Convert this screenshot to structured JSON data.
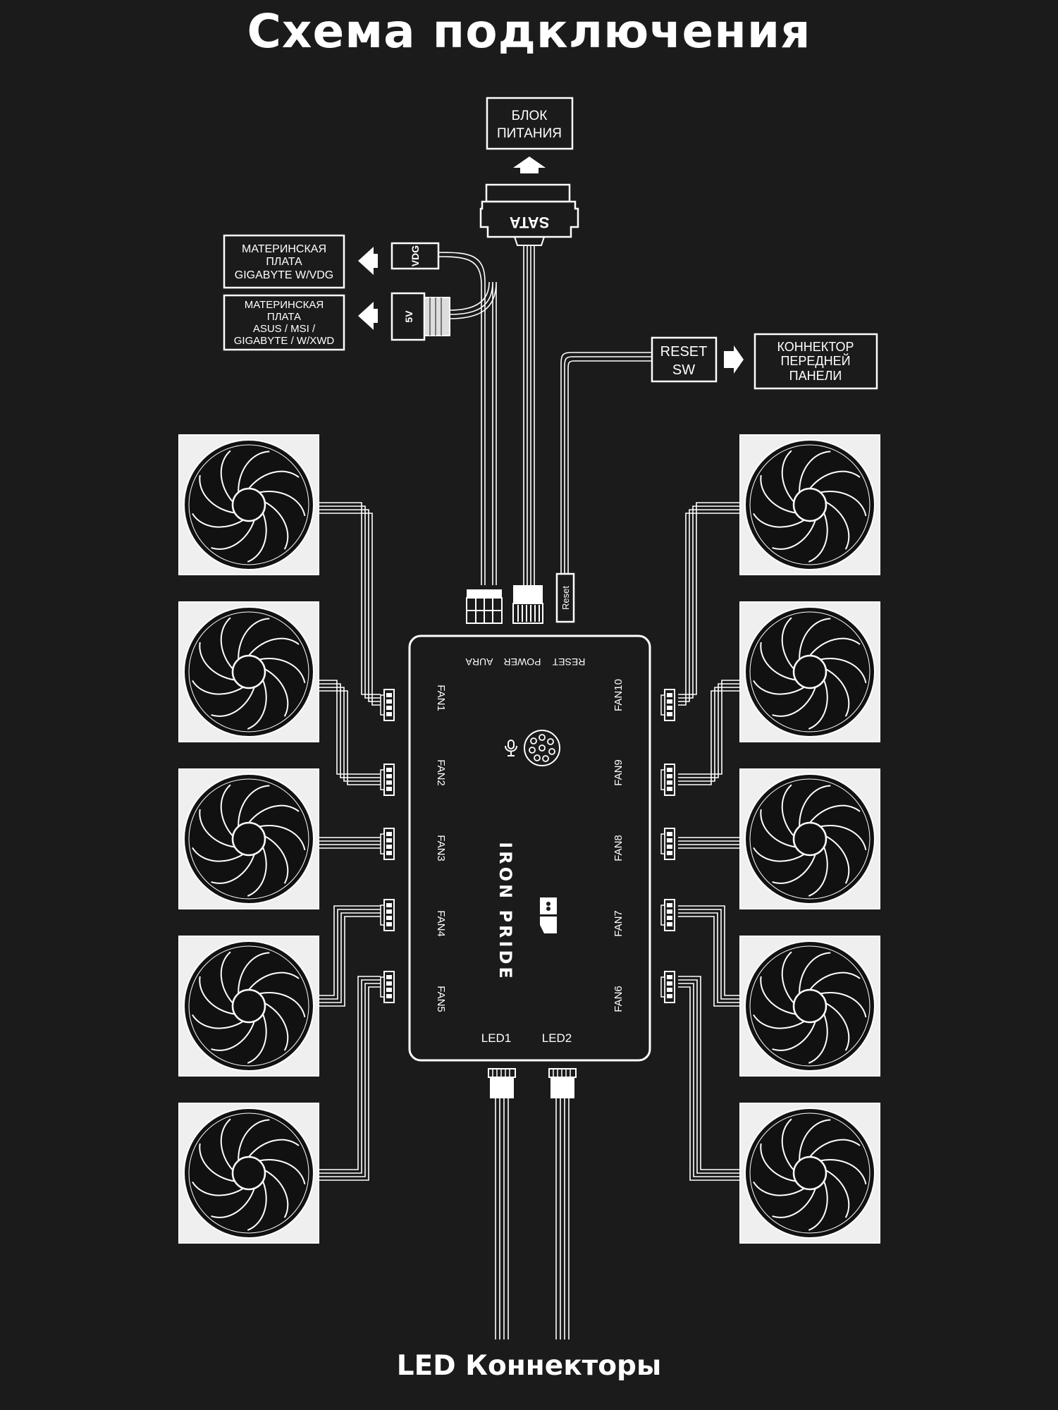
{
  "title": "Схема подключения",
  "footer": "LED Коннекторы",
  "psu_box": {
    "line1": "БЛОК",
    "line2": "ПИТАНИЯ"
  },
  "sata_label": "SATA",
  "mb_vdg_box": {
    "line1": "МАТЕРИНСКАЯ",
    "line2": "ПЛАТА",
    "line3": "GIGABYTE W/VDG"
  },
  "mb_argb_box": {
    "line1": "МАТЕРИНСКАЯ",
    "line2": "ПЛАТА",
    "line3": "ASUS / MSI /",
    "line4": "GIGABYTE / W/XWD"
  },
  "vdg_connector_label": "VDG",
  "argb_connector_label": "5V",
  "reset_sw_box": {
    "line1": "RESET",
    "line2": "SW"
  },
  "front_panel_box": {
    "line1": "КОННЕКТОР",
    "line2": "ПЕРЕДНЕЙ",
    "line3": "ПАНЕЛИ"
  },
  "reset_plug_label": "Reset",
  "hub": {
    "top_ports": [
      "RESET",
      "POWER",
      "AURA"
    ],
    "left_fans": [
      "FAN1",
      "FAN2",
      "FAN3",
      "FAN4",
      "FAN5"
    ],
    "right_fans": [
      "FAN10",
      "FAN9",
      "FAN8",
      "FAN7",
      "FAN6"
    ],
    "led_ports": [
      "LED1",
      "LED2"
    ],
    "brand": "IRON PRIDE"
  },
  "colors": {
    "background": "#1b1b1b",
    "line": "#ffffff",
    "fan_frame": "#f2f2f2"
  }
}
